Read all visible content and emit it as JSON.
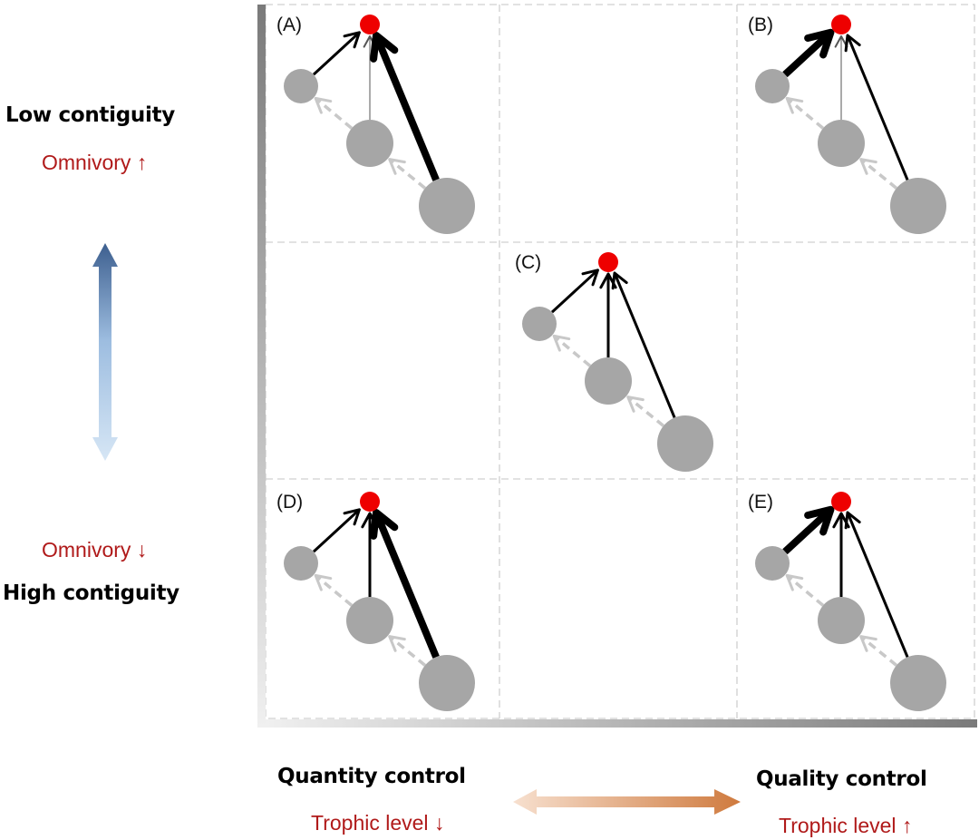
{
  "left_axis": {
    "top_label": "Low contiguity",
    "top_sublabel": "Omnivory ↑",
    "bottom_label": "High contiguity",
    "bottom_sublabel": "Omnivory ↓",
    "arrow_colors": {
      "top": "#3d5f8f",
      "bottom": "#d6e6f5"
    }
  },
  "bottom_axis": {
    "left_label": "Quantity control",
    "left_sublabel": "Trophic level ↓",
    "right_label": "Quality control",
    "right_sublabel": "Trophic level ↑",
    "arrow_colors": {
      "left": "#f7e0cf",
      "right": "#cf7a3e"
    }
  },
  "colors": {
    "top_predator": "#ee0000",
    "prey_node": "#a6a6a6",
    "feeding_link": "#000000",
    "prey_link": "#c8c8c8",
    "grid": "#d0d0d0"
  },
  "panels": [
    {
      "label": "(A)",
      "row": 0,
      "col": 0,
      "links": {
        "small": "medium",
        "mid": "thin",
        "large": "thick"
      }
    },
    {
      "label": "(B)",
      "row": 0,
      "col": 2,
      "links": {
        "small": "thick",
        "mid": "thin",
        "large": "medium"
      }
    },
    {
      "label": "(C)",
      "row": 1,
      "col": 1,
      "links": {
        "small": "medium",
        "mid": "medium",
        "large": "medium"
      }
    },
    {
      "label": "(D)",
      "row": 2,
      "col": 0,
      "links": {
        "small": "medium",
        "mid": "medium",
        "large": "thick"
      }
    },
    {
      "label": "(E)",
      "row": 2,
      "col": 2,
      "links": {
        "small": "thick",
        "mid": "medium",
        "large": "medium"
      }
    }
  ]
}
